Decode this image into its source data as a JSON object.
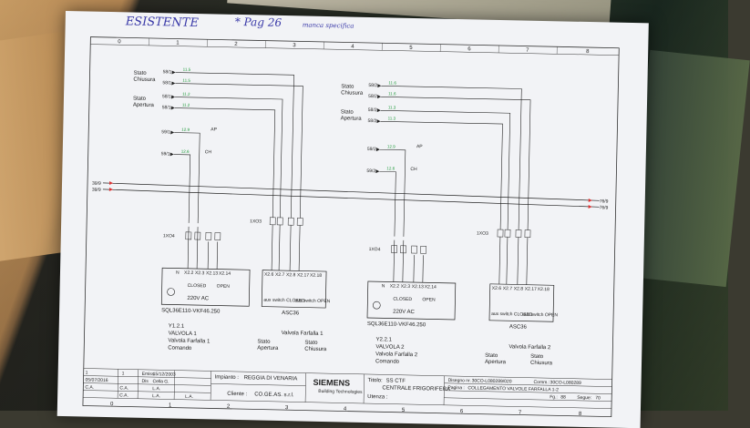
{
  "handwriting": {
    "left_note": "ESISTENTE",
    "mid_note": "* Pag 26",
    "right_note": "manca specifica"
  },
  "columns": [
    "0",
    "1",
    "2",
    "3",
    "4",
    "5",
    "6",
    "7",
    "8"
  ],
  "left_circuit": {
    "state_closed": [
      "Stato",
      "Chiusura"
    ],
    "state_open": [
      "Stato",
      "Apertura"
    ],
    "terminal_refs": [
      "58/1",
      "58/1",
      "58/1",
      "58/1",
      "59/1",
      "59/1"
    ],
    "wire_nums": [
      "11.5",
      "11.5",
      "11.2",
      "11.2",
      "12.9",
      "12.6"
    ],
    "ap": "AP",
    "ch": "CH",
    "connector_top": "1XO3",
    "connector_bottom": "1XO4",
    "actuator_model": "SQL36E110-VKF46.250",
    "asc": "ASC36",
    "voltage": "220V AC",
    "closed": "CLOSED",
    "open": "OPEN",
    "aux_closed": "aux switch CLOSED",
    "aux_open": "aux switch OPEN",
    "terminals": [
      "N",
      "X2.2",
      "X2.3",
      "X2.13",
      "X2.14",
      "X2.6",
      "X2.7",
      "X2.8",
      "X2.17",
      "X2.18"
    ],
    "id": "Y1.2.1",
    "valve": "VALVOLA 1",
    "valve_name": "Valvola Farfalla 1",
    "command": "Comando",
    "center_label": "Valvola Farfalla 1",
    "stato_apertura": [
      "Stato",
      "Apertura"
    ],
    "stato_chiusura": [
      "Stato",
      "Chiusura"
    ]
  },
  "right_circuit": {
    "state_closed": [
      "Stato",
      "Chiusura"
    ],
    "state_open": [
      "Stato",
      "Apertura"
    ],
    "terminal_refs": [
      "58/2",
      "58/2",
      "58/2",
      "58/2",
      "59/2",
      "59/2"
    ],
    "wire_nums": [
      "11.6",
      "11.6",
      "11.3",
      "11.3",
      "12.9",
      "12.6"
    ],
    "ap": "AP",
    "ch": "CH",
    "connector_top": "1XO3",
    "connector_bottom": "1XO4",
    "actuator_model": "SQL36E110-VKF46.250",
    "asc": "ASC36",
    "voltage": "220V AC",
    "closed": "CLOSED",
    "open": "OPEN",
    "aux_closed": "aux switch CLOSED",
    "aux_open": "aux switch OPEN",
    "terminals": [
      "N",
      "X2.2",
      "X2.3",
      "X2.13",
      "X2.14",
      "X2.6",
      "X2.7",
      "X2.8",
      "X2.17",
      "X2.18"
    ],
    "id": "Y2.2.1",
    "valve": "VALVOLA 2",
    "valve_name": "Valvola Farfalla 2",
    "command": "Comando",
    "center_label": "Valvola Farfalla 2",
    "stato_apertura": [
      "Stato",
      "Apertura"
    ],
    "stato_chiusura": [
      "Stato",
      "Chiusura"
    ]
  },
  "buses": {
    "left_ref_1": "39/9",
    "left_ref_2": "39/9",
    "right_ref_1": "76/9",
    "right_ref_2": "76/9"
  },
  "title_block": {
    "emiss_label": "Emiss.",
    "emiss_date": "15/12/2003",
    "rev_date": "05/07/2016",
    "impianto_label": "Impianto :",
    "impianto": "REGGIA DI VENARIA",
    "disegnato_label": "Dis",
    "disegnato": "Cella G.",
    "cliente_label": "Cliente :",
    "cliente": "CO.GE.AS. s.r.l.",
    "brand": "SIEMENS",
    "brand_sub": "Building Technologies",
    "titolo_label": "Titolo:",
    "titolo": "SS CTF",
    "titolo2": "CENTRALE FRIGORIFERA",
    "utenza_label": "Utenza :",
    "disegno_label": "Disegno nr.",
    "disegno": "30CO-L080289/020",
    "commessa_label": "Comm.:",
    "commessa": "30CO-L080289",
    "pagina_label": "Pagina :",
    "pagina": "COLLEGAMENTO VALVOLE FARFALLA 1-2",
    "foglio_label": "Fg.:",
    "foglio": "88",
    "segue_label": "Segue:",
    "segue": "70",
    "signatures": [
      "C.A.",
      "C.A.",
      "C.A."
    ],
    "checks": [
      "L.A.",
      "L.A.",
      "L.A."
    ],
    "rev_nums": [
      "1",
      "1"
    ],
    "bottom_cols": [
      "0",
      "1",
      "2",
      "3",
      "4",
      "5",
      "6",
      "7",
      "8"
    ]
  }
}
